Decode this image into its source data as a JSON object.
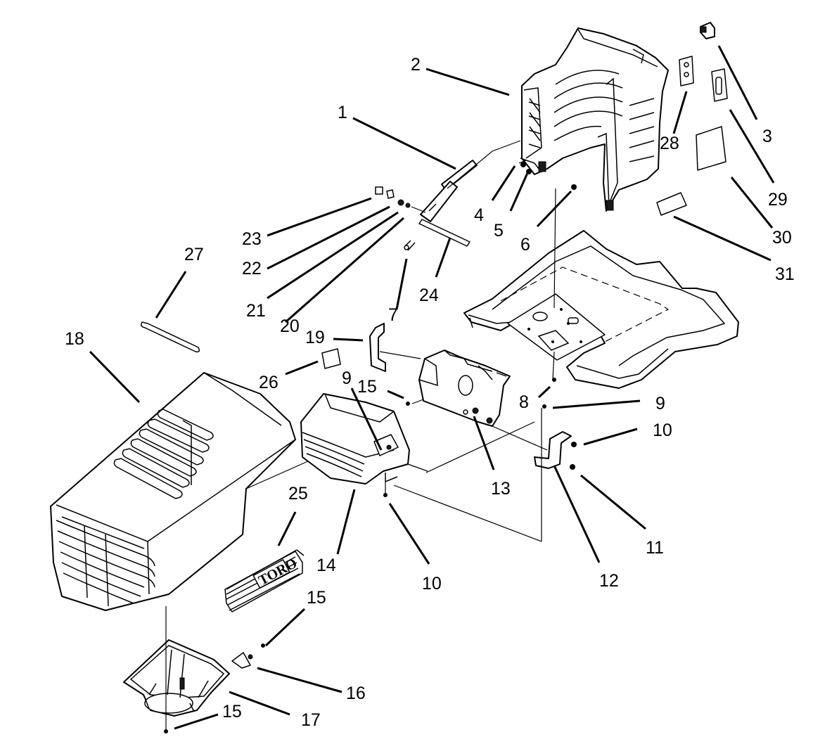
{
  "callouts": {
    "c1": "1",
    "c2": "2",
    "c3": "3",
    "c4": "4",
    "c5": "5",
    "c6": "6",
    "c7": "7",
    "c8": "8",
    "c9a": "9",
    "c9b": "9",
    "c10a": "10",
    "c10b": "10",
    "c11": "11",
    "c12": "12",
    "c13": "13",
    "c14": "14",
    "c15a": "15",
    "c15b": "15",
    "c15c": "15",
    "c16": "16",
    "c17": "17",
    "c18": "18",
    "c19": "19",
    "c20": "20",
    "c21": "21",
    "c22": "22",
    "c23": "23",
    "c24": "24",
    "c25": "25",
    "c26": "26",
    "c27": "27",
    "c28": "28",
    "c29": "29",
    "c30": "30",
    "c31": "31"
  },
  "decal_logo": "TORO",
  "icons": {
    "hood": "hood-icon",
    "seat_pan": "seat-pan-icon",
    "footrest": "footrest-icon",
    "grille": "grille-icon",
    "grille_funnel": "funnel-icon"
  }
}
